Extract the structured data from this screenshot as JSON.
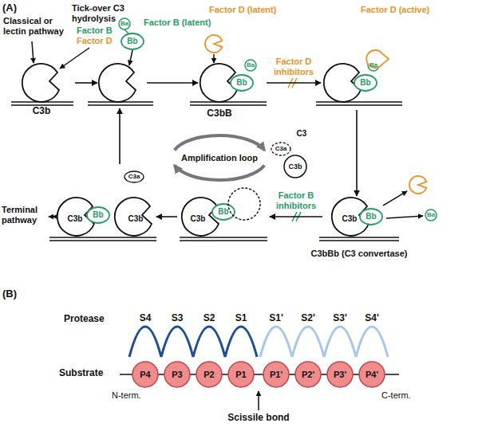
{
  "diagram": {
    "nodes": [
      {
        "text": [
          "C3b"
        ]
      },
      {
        "text": [
          "Factor B (latent)",
          "Ba",
          "Bb"
        ]
      },
      {
        "text": [
          "Factor D (latent)",
          "Bb",
          "Ba",
          "C3bB"
        ]
      },
      {
        "text": [
          "Factor D (active)",
          "Bb",
          "Ba"
        ]
      },
      {
        "text": [
          "C3b",
          "Bb",
          "C3bBb (C3 convertase)"
        ]
      },
      {
        "text": [
          "C3b",
          "Bb"
        ]
      },
      {
        "text": [
          "C3a",
          "C3b",
          "Bb",
          "C3b"
        ]
      },
      {
        "text": [
          "P4"
        ]
      },
      {
        "text": [
          "P3"
        ]
      },
      {
        "text": [
          "P2"
        ]
      },
      {
        "text": [
          "P1"
        ]
      },
      {
        "text": [
          "P1'"
        ]
      },
      {
        "text": [
          "P2'"
        ]
      },
      {
        "text": [
          "P3'"
        ]
      },
      {
        "text": [
          "P4'"
        ]
      }
    ],
    "edges": [
      {
        "from": 0,
        "to": 1,
        "arrow": "to"
      },
      {
        "from": 1,
        "to": 2,
        "arrow": "to"
      },
      {
        "from": 2,
        "to": 3,
        "arrow": "to",
        "label": "Factor D inhibitors"
      },
      {
        "from": 3,
        "to": 4,
        "arrow": "to"
      },
      {
        "from": 4,
        "to": 5,
        "arrow": "to",
        "label": "Factor B inhibitors"
      },
      {
        "from": 5,
        "to": 6,
        "arrow": "to"
      },
      {
        "from": 6,
        "to": 1,
        "arrow": "to"
      }
    ],
    "labels": [
      "(A)",
      "Classical or lectin pathway",
      "Tick-over C3 hydrolysis",
      "Factor B",
      "Factor D",
      "Amplification loop",
      "C3",
      "C3a",
      "C3b",
      "Ba",
      "Terminal pathway",
      "(B)",
      "Protease",
      "S4",
      "S3",
      "S2",
      "S1",
      "S1'",
      "S2'",
      "S3'",
      "S4'",
      "Substrate",
      "N-term.",
      "C-term.",
      "Scissile bond"
    ]
  }
}
